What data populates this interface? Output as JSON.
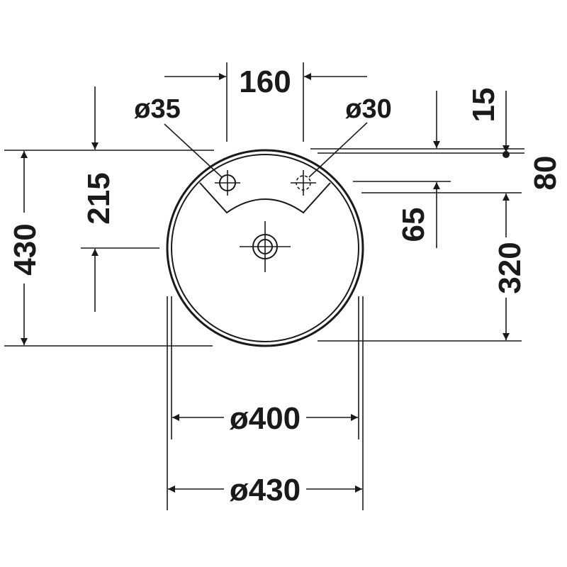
{
  "dimensions": {
    "tap_spacing": "160",
    "tap_hole_left": "ø35",
    "tap_hole_right": "ø30",
    "top_offset": "15",
    "tap_depth": "80",
    "overall_depth": "430",
    "center_to_back": "215",
    "tap_to_center": "65",
    "back_to_front": "320",
    "inner_diameter": "ø400",
    "outer_diameter": "ø430"
  },
  "colors": {
    "ink": "#1a1a1a",
    "background": "#ffffff"
  }
}
